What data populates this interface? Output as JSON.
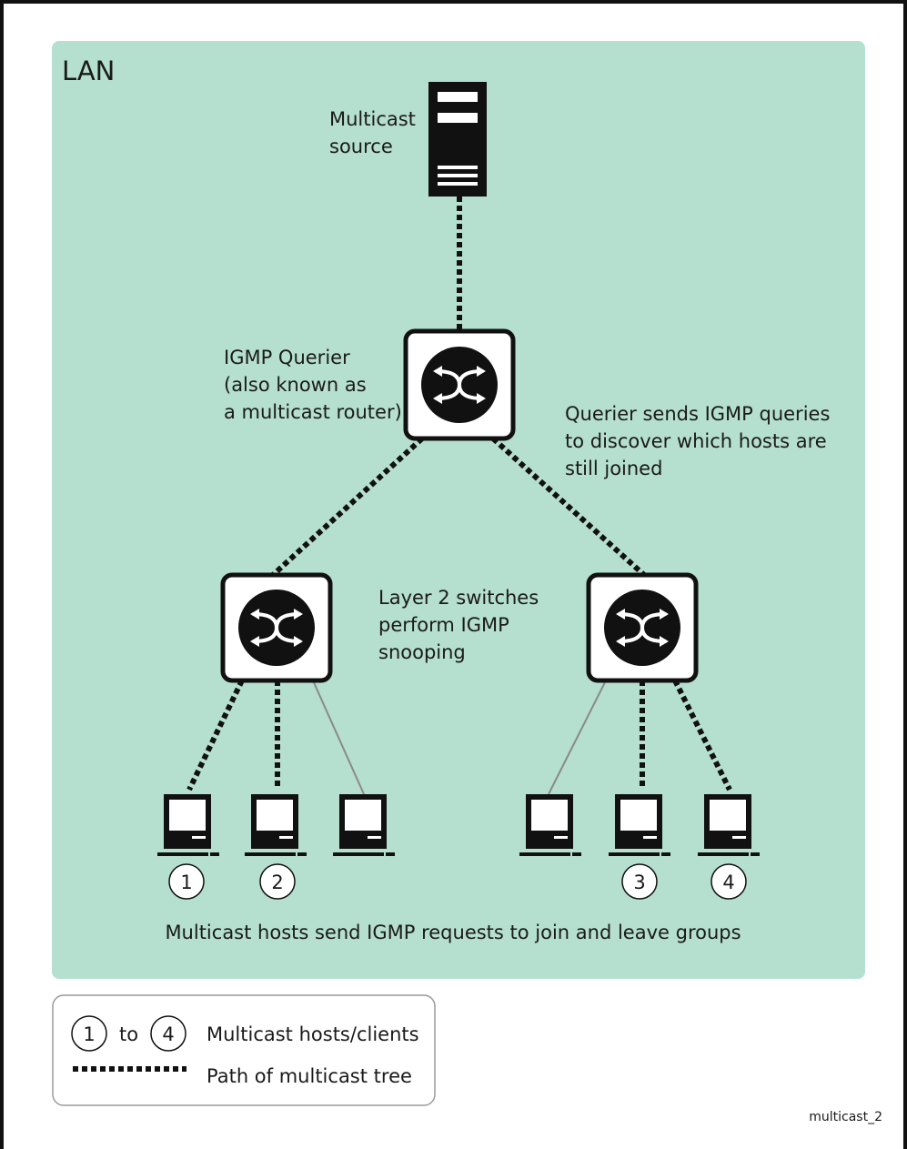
{
  "diagram": {
    "lan_label": "LAN",
    "source_label": [
      "Multicast",
      "source"
    ],
    "querier_label": [
      "IGMP Querier",
      "(also known as",
      "a multicast router)"
    ],
    "querier_note": [
      "Querier sends IGMP queries",
      "to discover which hosts are",
      "still joined"
    ],
    "switch_note": [
      "Layer 2 switches",
      "perform IGMP",
      "snooping"
    ],
    "hosts_note": "Multicast hosts send IGMP requests to join and leave groups",
    "host_numbers": [
      "1",
      "2",
      "3",
      "4"
    ],
    "figure_id": "multicast_2"
  },
  "legend": {
    "circle_from": "1",
    "to_word": "to",
    "circle_to": "4",
    "hosts_label": "Multicast hosts/clients",
    "path_label": "Path of multicast tree"
  },
  "colors": {
    "lan_background": "#b5dfcf",
    "device": "#111111",
    "plain_link": "#8a8a8a"
  }
}
